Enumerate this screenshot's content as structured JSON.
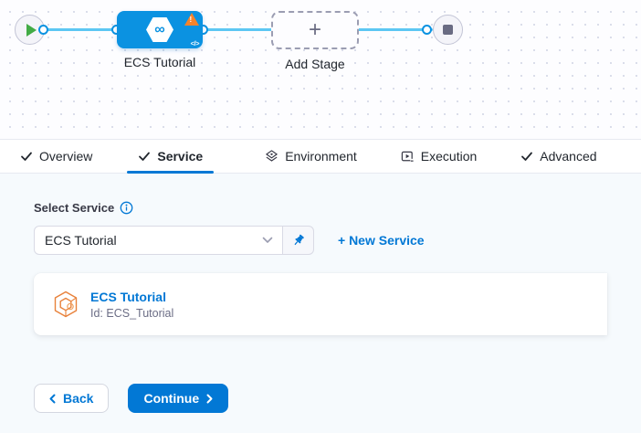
{
  "pipeline": {
    "stage_label": "ECS Tutorial",
    "add_stage_label": "Add Stage",
    "plus_glyph": "+",
    "infinity_glyph": "∞",
    "code_glyph": "</>",
    "warning_glyph": "!"
  },
  "tabs": [
    {
      "label": "Overview",
      "icon": "check-icon",
      "active": false
    },
    {
      "label": "Service",
      "icon": "check-icon",
      "active": true
    },
    {
      "label": "Environment",
      "icon": "environment-layers-icon",
      "active": false
    },
    {
      "label": "Execution",
      "icon": "execution-play-icon",
      "active": false
    },
    {
      "label": "Advanced",
      "icon": "check-icon",
      "active": false
    }
  ],
  "service_form": {
    "label": "Select Service",
    "selected_service": "ECS Tutorial",
    "new_service_label": "+ New Service",
    "card": {
      "title": "ECS Tutorial",
      "id": "Id: ECS_Tutorial"
    }
  },
  "footer": {
    "back_label": "Back",
    "continue_label": "Continue"
  },
  "colors": {
    "primary_blue": "#0278d5",
    "node_blue": "#0b92e1",
    "connector_blue": "#5cc7f3",
    "warning_orange": "#f5832b",
    "start_green": "#42ab45",
    "end_square_gray": "#696b82",
    "ecs_icon_orange": "#e8813a",
    "content_bg": "#f6fafd"
  }
}
